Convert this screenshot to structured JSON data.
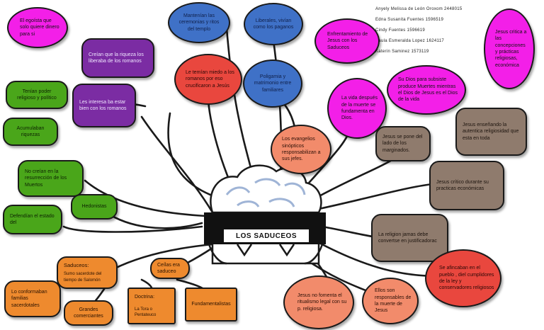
{
  "title": "LOS SADUCEOS",
  "authors": [
    "Anyely Melissa de León Oroxom 2448015",
    "Edna Susanita Fuentes 1596519",
    "Cindy Fuentes 1596619",
    "Paula Esmeralda Lopez 1624117",
    "Katerin Saminez 1573119"
  ],
  "nodes": {
    "egoista": "El egoísta que solo quiere dinero para si",
    "riqueza_romanos": "Creían que la riqueza los liberaba de los romanos",
    "ceremonias": "Mantenían las ceremonias y ritos del templo",
    "paganos": "Liberales, vivían como los paganos",
    "enfrentamiento": "Enfrentamiento de Jesus con los Saduceos",
    "jesus_critica": "Jesus critica a las concepciones y prácticas religiosas, económica",
    "temian": "Le temían miedo a los romanos por eso crucificaron a Jesús",
    "poligamia": "Poligamia y matrimonio entre familiares",
    "vida_despues": "La vida después de la muerte se fundamenta en Dios.",
    "dios_pobres": "Su Dios para subsiste produce Muertes mientras el Dios de Jesus es el Dios de la vida",
    "poder": "Tenían poder religioso y político",
    "interesa": "Les interesa ba estar bien con los romanos",
    "riquezas": "Acumulaban riquezas",
    "evangelios": "Los evangelios sinópticos responsabilizan a sus jefes.",
    "marginados": "Jesus se pone del lado de los marginados.",
    "autentica": "Jesus enseñando la autentica religiosidad que esta en toda",
    "resurreccion": "No creían en la resurrección de los Muertos",
    "hedonistas": "Hedonistas",
    "practicas_econ": "Jesus crítico durante su practicas económicas",
    "defendian": "Defendían el estado del",
    "justificador": "La religion jamas debe convertse en justificadorac",
    "saduceos_label": "Saduceos:",
    "saduceos_desc": "Sumo sacerdote del tiempo de Salomón",
    "ceilas": "Ceílas era saduceo",
    "afincaban": "Se afincaban en el pueblo , diel cumplidores de la ley y conservadores religiosos",
    "conformaban": "Lo conformaban familias sacerdotales",
    "comerciantes": "Grandes comerciantes",
    "doctrina_label": "Doctrina:",
    "doctrina_desc": "La Tora o Pentateuco",
    "fundamentalistas": "Fundamentalistas",
    "no_fomenta": "Jesus no fomenta el ritualismo legal con su p. religiosa.",
    "responsables": "Ellos son responsables de la muerte de Jesus"
  }
}
